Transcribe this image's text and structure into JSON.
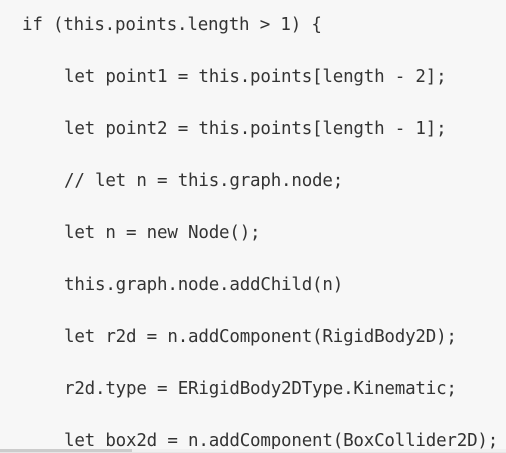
{
  "code": {
    "lines": [
      "if (this.points.length > 1) {",
      "let point1 = this.points[length - 2];",
      "let point2 = this.points[length - 1];",
      "// let n = this.graph.node;",
      "let n = new Node();",
      "this.graph.node.addChild(n)",
      "let r2d = n.addComponent(RigidBody2D);",
      "r2d.type = ERigidBody2DType.Kinematic;",
      "let box2d = n.addComponent(BoxCollider2D);"
    ]
  },
  "colors": {
    "code_background": "#f7f7f7",
    "code_text": "#333333"
  }
}
